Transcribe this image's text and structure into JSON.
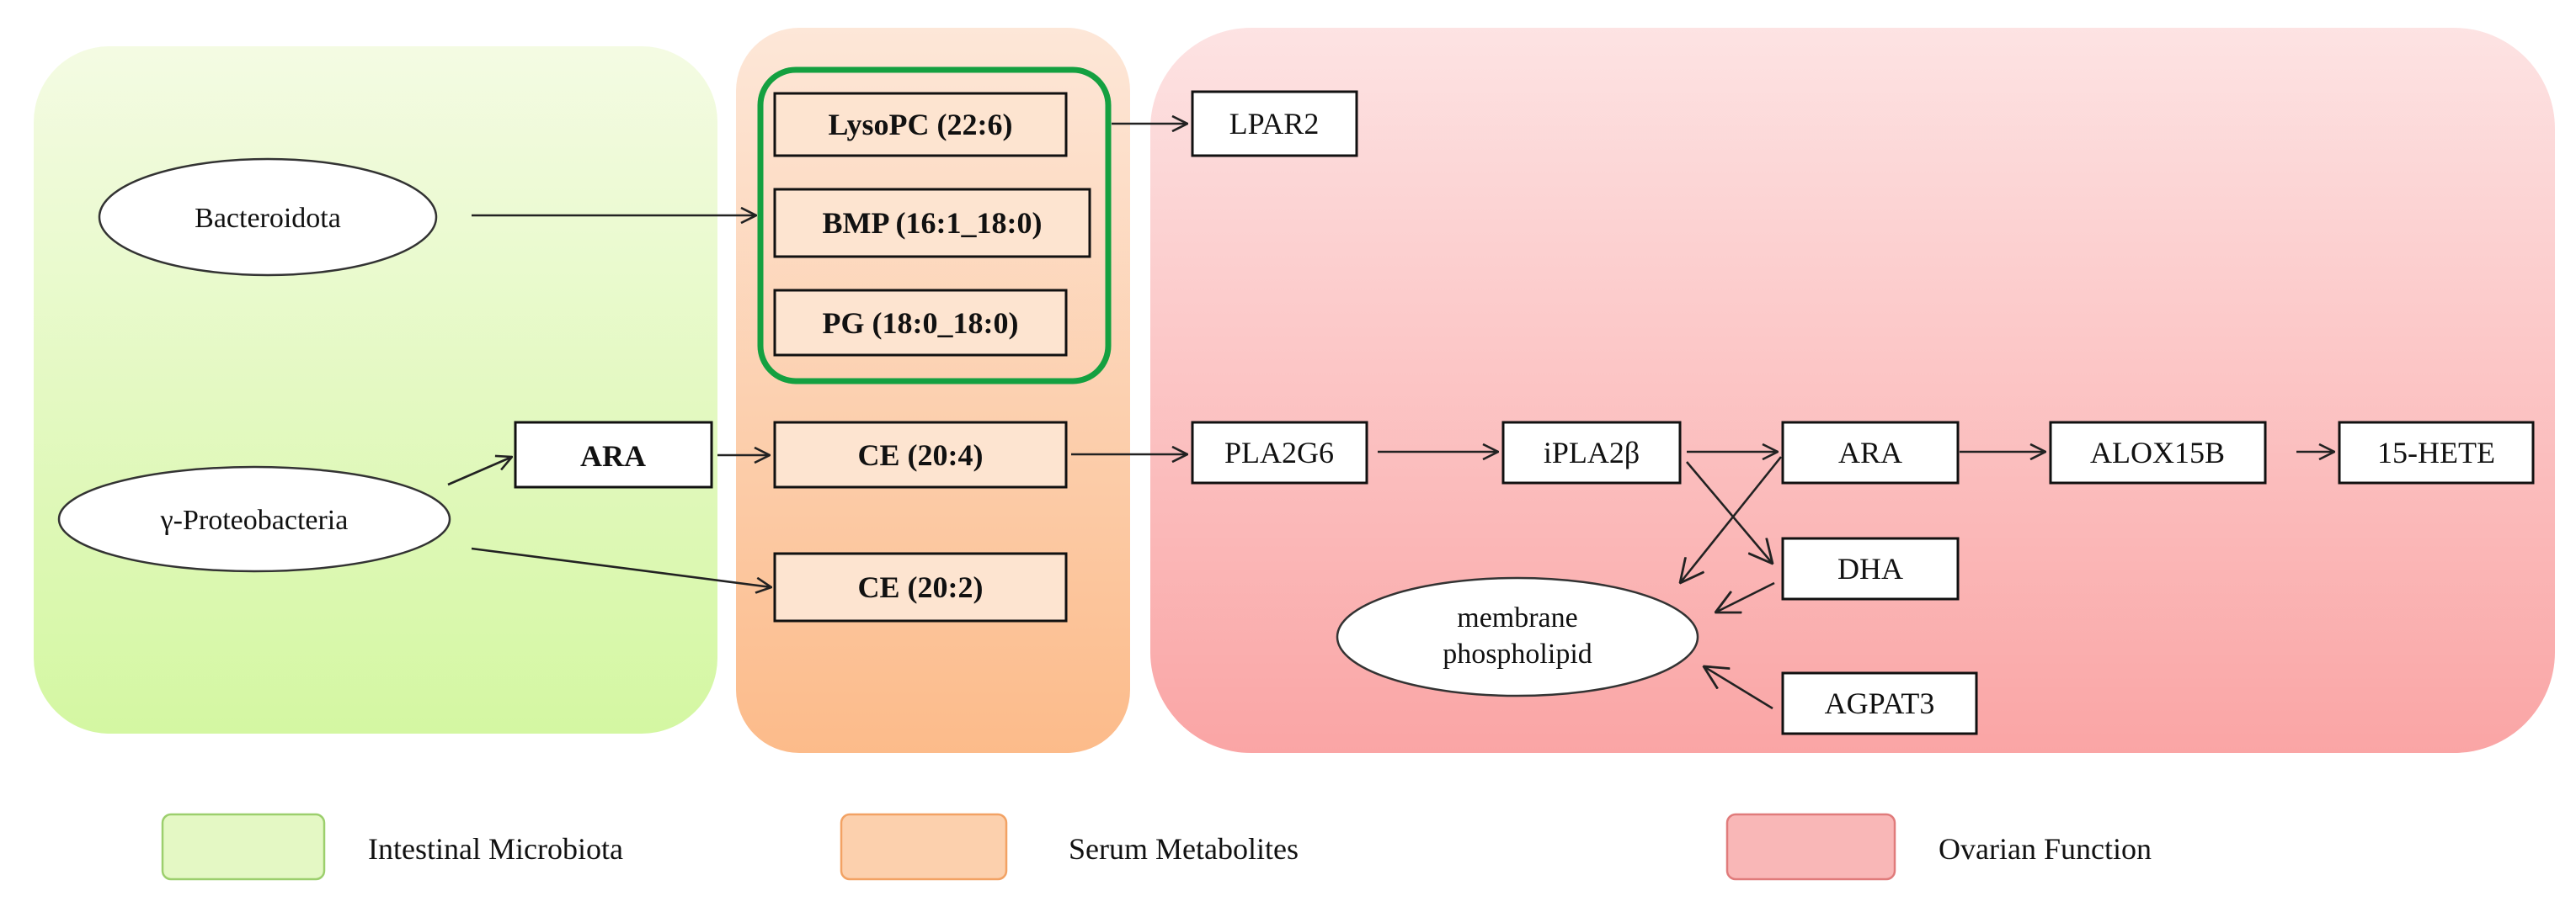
{
  "panels": {
    "microbiota": {
      "fill_top": "#f4fbe3",
      "fill_bottom": "#d4f7a2"
    },
    "metabolites": {
      "fill_top": "#fde7d8",
      "fill_bottom": "#fcbb8a"
    },
    "ovarian": {
      "fill_top": "#fde3e3",
      "fill_bottom": "#faa5a5"
    }
  },
  "bacteria": {
    "bacteroidota": "Bacteroidota",
    "proteobacteria": "γ-Proteobacteria"
  },
  "microbiota_metabolite": {
    "ara": "ARA"
  },
  "serum_metabolites": {
    "lysopc": "LysoPC (22:6)",
    "bmp": "BMP (16:1_18:0)",
    "pg": "PG (18:0_18:0)",
    "ce_204": "CE (20:4)",
    "ce_202": "CE (20:2)"
  },
  "highlight_group_color": "#14a040",
  "ovarian_nodes": {
    "lpar2": "LPAR2",
    "pla2g6": "PLA2G6",
    "ipla2b": "iPLA2β",
    "ara": "ARA",
    "alox15b": "ALOX15B",
    "hete": "15-HETE",
    "dha": "DHA",
    "agpat3": "AGPAT3",
    "membrane_line1": "membrane",
    "membrane_line2": "phospholipid"
  },
  "legend": [
    {
      "label": "Intestinal Microbiota",
      "color": "#e4f8c4"
    },
    {
      "label": "Serum Metabolites",
      "color": "#fcd0ad"
    },
    {
      "label": "Ovarian Function",
      "color": "#f9b7b7"
    }
  ]
}
